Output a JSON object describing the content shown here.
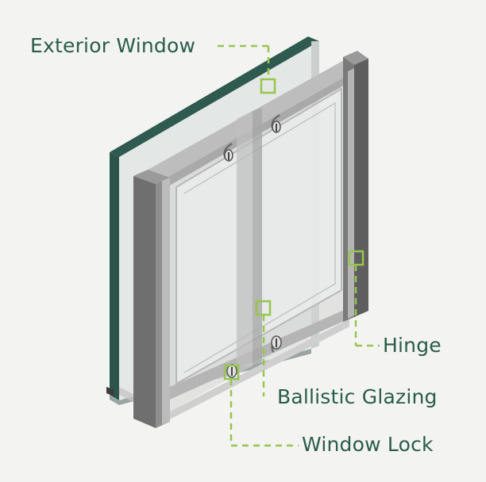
{
  "labels": {
    "exterior_window": "Exterior Window",
    "hinge": "Hinge",
    "ballistic_glazing": "Ballistic Glazing",
    "window_lock": "Window Lock"
  },
  "colors": {
    "background": "#f3f4f2",
    "label_text": "#2a5c4b",
    "callout": "#96c64e",
    "exterior_glass_edge": "#2f5a50",
    "frame_dark": "#6e6e6e",
    "frame_light": "#c8c8c8",
    "glass_tint": "#e4e8e6"
  }
}
